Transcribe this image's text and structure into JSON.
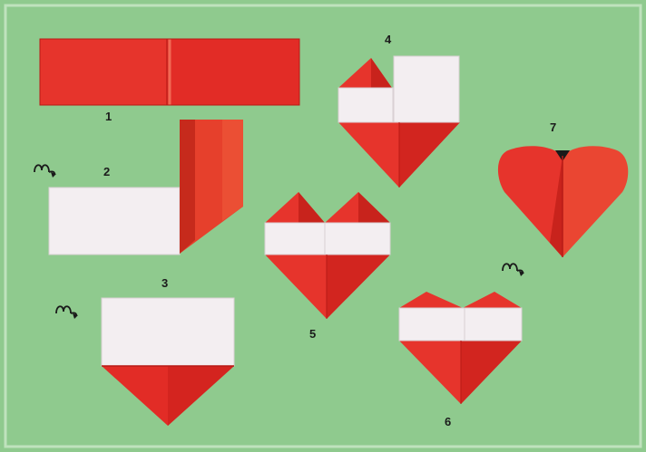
{
  "colors": {
    "background": "#8fca8e",
    "paper_red": "#e8302a",
    "paper_red_dark": "#c81f1a",
    "paper_white": "#f3eef1"
  },
  "steps": [
    {
      "label": "1"
    },
    {
      "label": "2"
    },
    {
      "label": "3"
    },
    {
      "label": "4"
    },
    {
      "label": "5"
    },
    {
      "label": "6"
    },
    {
      "label": "7"
    }
  ],
  "icons": {
    "turn_over": "turn-over-icon"
  }
}
